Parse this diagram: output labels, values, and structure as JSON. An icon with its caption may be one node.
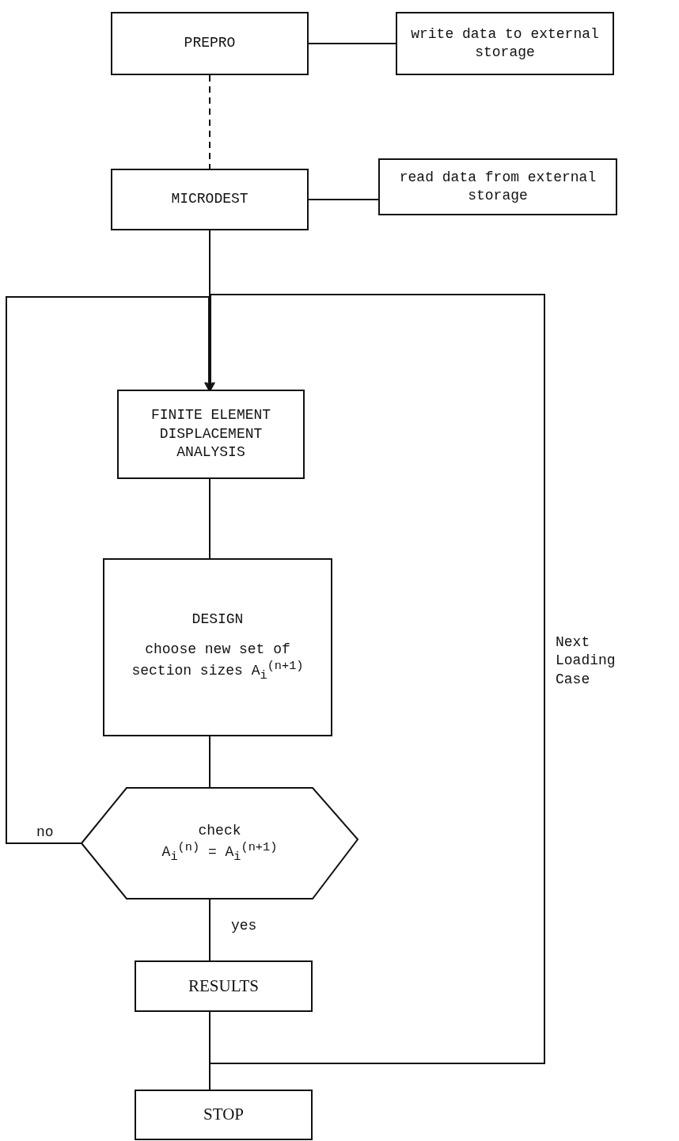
{
  "diagram": {
    "nodes": [
      {
        "text": [
          "PREPRO"
        ]
      },
      {
        "text": [
          "write data to external storage"
        ]
      },
      {
        "text": [
          "MICRODEST"
        ]
      },
      {
        "text": [
          "read data from external storage"
        ]
      },
      {
        "text": [
          "FINITE ELEMENT DISPLACEMENT ANALYSIS"
        ]
      },
      {
        "text": [
          "DESIGN",
          "choose new set of section sizes A$_{i}$$^{(n+1)}$"
        ]
      },
      {
        "text": [
          "check",
          "A$_{i}$$^{(n)}$ = A$_{i}$$^{(n+1)}$"
        ]
      },
      {
        "text": [
          "RESULTS"
        ]
      },
      {
        "text": [
          "STOP"
        ]
      }
    ],
    "edges": [
      {
        "from": 0,
        "to": 1,
        "arrow": "none"
      },
      {
        "from": 0,
        "to": 2,
        "arrow": "none",
        "style": "dashed"
      },
      {
        "from": 2,
        "to": 3,
        "arrow": "none"
      },
      {
        "from": 2,
        "to": 4,
        "arrow": "none"
      },
      {
        "from": 4,
        "to": 5,
        "arrow": "none"
      },
      {
        "from": 5,
        "to": 6,
        "arrow": "none"
      },
      {
        "from": 6,
        "to": 7,
        "arrow": "none",
        "label": "yes"
      },
      {
        "from": 7,
        "to": 8,
        "arrow": "none"
      },
      {
        "from": 6,
        "to": 4,
        "arrow": "to",
        "label": "no"
      },
      {
        "from": 7,
        "to": 4,
        "arrow": "to",
        "label": "Next Loading Case"
      }
    ]
  }
}
